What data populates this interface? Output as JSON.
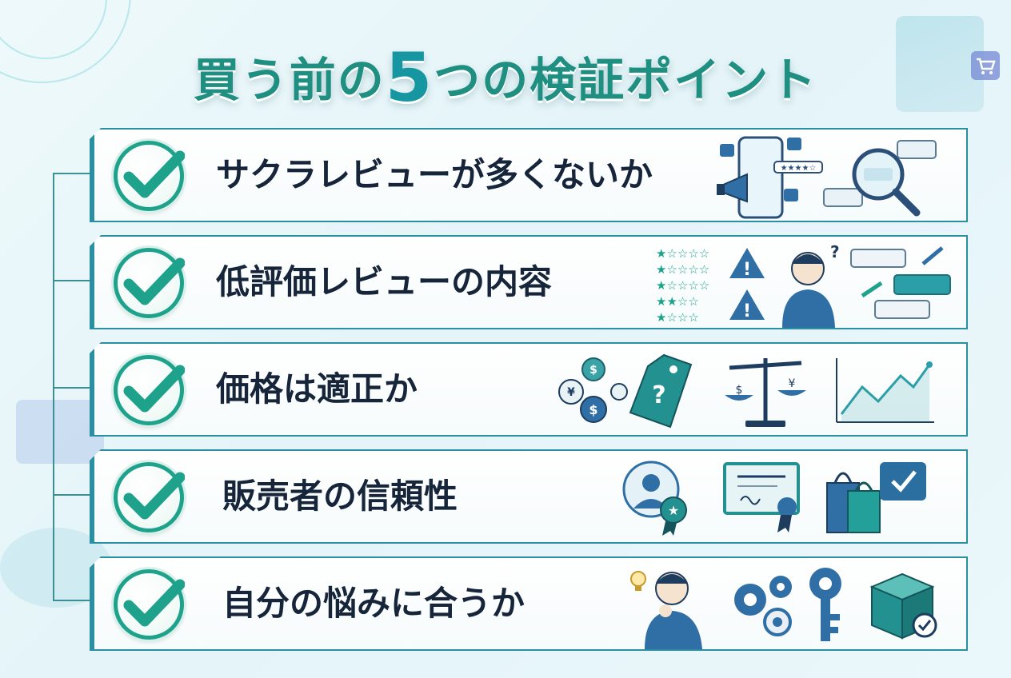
{
  "title": {
    "part1": "買う前の",
    "number": "5",
    "part2": "つの検証ポイント"
  },
  "items": [
    {
      "label": "サクラレビューが多くないか"
    },
    {
      "label": "低評価レビューの内容"
    },
    {
      "label": "価格は適正か"
    },
    {
      "label": "販売者の信頼性"
    },
    {
      "label": "自分の悩みに合うか"
    }
  ],
  "icons": {
    "row1": [
      "smartphone-megaphone-icon",
      "magnifier-review-icon"
    ],
    "row2": [
      "star-ratings-icon",
      "warning-icon",
      "confused-person-icon",
      "review-arrows-icon"
    ],
    "row3": [
      "coins-icon",
      "price-tag-icon",
      "balance-scale-icon",
      "trend-chart-icon"
    ],
    "row4": [
      "seller-profile-badge-icon",
      "certificate-icon",
      "shopping-bags-icon"
    ],
    "row5": [
      "thinking-person-icon",
      "gears-icon",
      "key-icon",
      "package-check-icon"
    ]
  },
  "colors": {
    "accent": "#1fa28c",
    "border": "#2a8fa0",
    "text": "#16253a",
    "title": "#1f8f82"
  }
}
